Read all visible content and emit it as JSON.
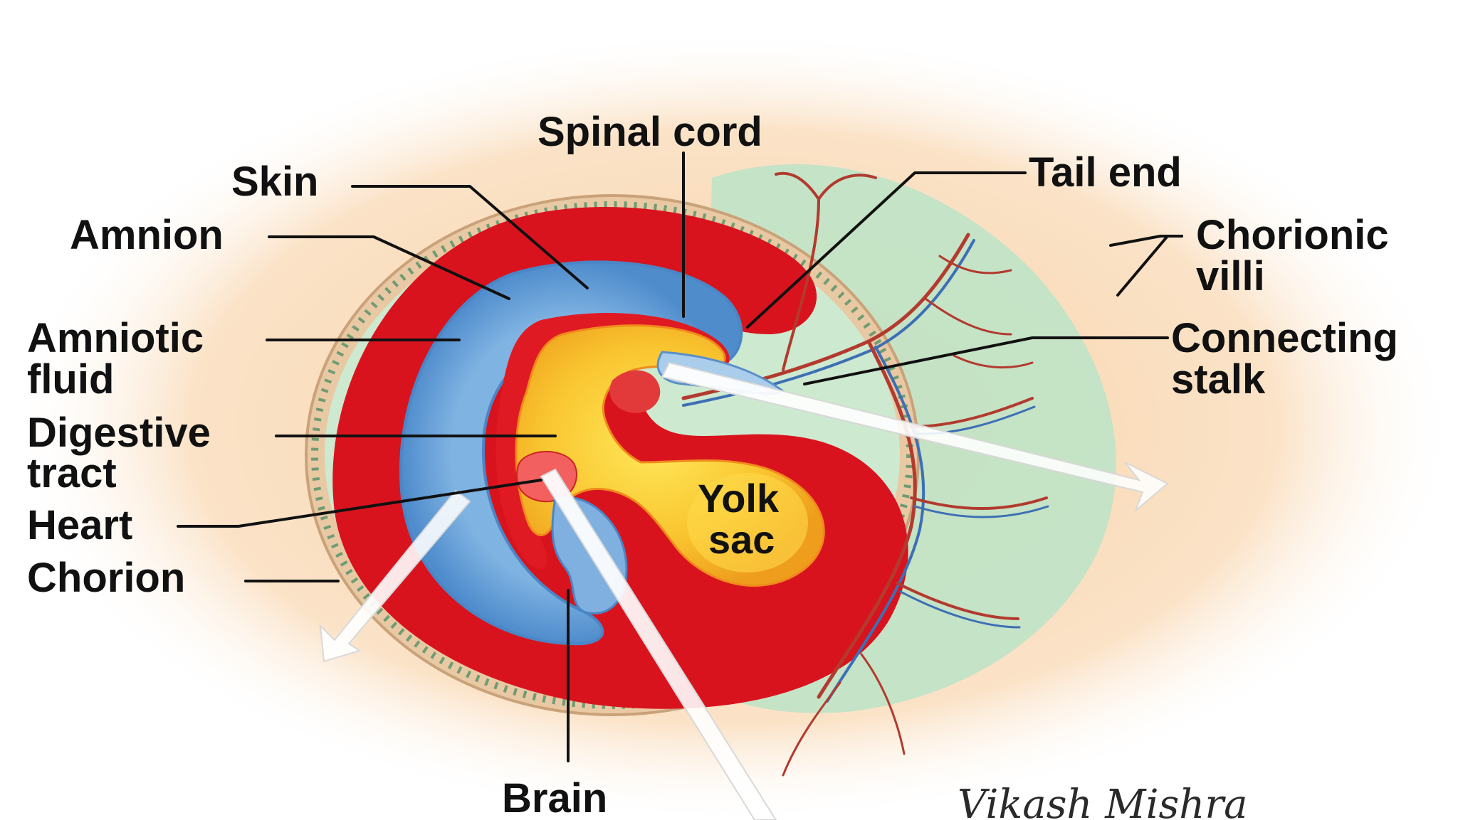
{
  "labels": {
    "spinal_cord": "Spinal cord",
    "skin": "Skin",
    "amnion": "Amnion",
    "amniotic_fluid_1": "Amniotic",
    "amniotic_fluid_2": "fluid",
    "digestive_tract_1": "Digestive",
    "digestive_tract_2": "tract",
    "heart": "Heart",
    "chorion": "Chorion",
    "brain": "Brain",
    "tail_end": "Tail end",
    "chorionic_villi_1": "Chorionic",
    "chorionic_villi_2": "villi",
    "connecting_stalk_1": "Connecting",
    "connecting_stalk_2": "stalk",
    "yolk_sac_1": "Yolk",
    "yolk_sac_2": "sac"
  },
  "signature": "Vikash Mishra",
  "colors": {
    "halo": "#fbe3c8",
    "chorion": "#e9c9a4",
    "villi_bg": "#bfe3c6",
    "red": "#d9131e",
    "blue": "#6fa6d8",
    "light_blue": "#a9cdeb",
    "yolk": "#f6b82a",
    "yolk_light": "#ffd84a",
    "vein_red": "#b23a2e",
    "vein_blue": "#3d6fb5",
    "text": "#111111"
  }
}
